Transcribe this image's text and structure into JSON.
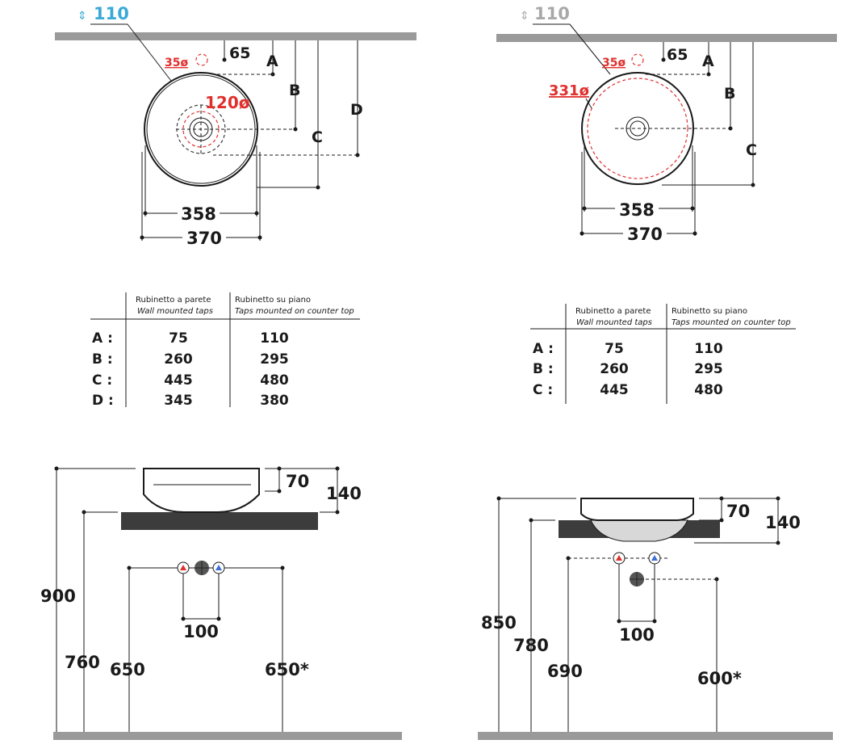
{
  "colors": {
    "accent_blue": "#3aa9d6",
    "accent_grey": "#a8a8a8",
    "red": "#e0302e",
    "wall": "#9a9a9a",
    "counter": "#3c3c3c"
  },
  "left_top": {
    "wall_depth": "110",
    "hole": "35ø",
    "offset": "65",
    "drain": "120ø",
    "labels": {
      "a": "A",
      "b": "B",
      "c": "C",
      "d": "D"
    },
    "inner_width": "358",
    "outer_width": "370"
  },
  "right_top": {
    "wall_depth": "110",
    "hole": "35ø",
    "offset": "65",
    "bowl": "331ø",
    "labels": {
      "a": "A",
      "b": "B",
      "c": "C"
    },
    "inner_width": "358",
    "outer_width": "370"
  },
  "table_left": {
    "col1": {
      "title": "Rubinetto a parete",
      "subtitle": "Wall mounted taps"
    },
    "col2": {
      "title": "Rubinetto su piano",
      "subtitle": "Taps mounted on counter top"
    },
    "rows": [
      {
        "key": "A :",
        "v1": "75",
        "v2": "110"
      },
      {
        "key": "B :",
        "v1": "260",
        "v2": "295"
      },
      {
        "key": "C :",
        "v1": "445",
        "v2": "480"
      },
      {
        "key": "D :",
        "v1": "345",
        "v2": "380"
      }
    ]
  },
  "table_right": {
    "col1": {
      "title": "Rubinetto a parete",
      "subtitle": "Wall mounted taps"
    },
    "col2": {
      "title": "Rubinetto su piano",
      "subtitle": "Taps mounted on counter top"
    },
    "rows": [
      {
        "key": "A :",
        "v1": "75",
        "v2": "110"
      },
      {
        "key": "B :",
        "v1": "260",
        "v2": "295"
      },
      {
        "key": "C :",
        "v1": "445",
        "v2": "480"
      }
    ]
  },
  "left_front": {
    "bowl_height": "70",
    "total_height": "140",
    "floor_to_top": "900",
    "counter": "760",
    "supply": "650",
    "drain": "650*",
    "spacing": "100"
  },
  "right_front": {
    "bowl_height": "70",
    "total_height": "140",
    "floor_to_top": "850",
    "counter": "780",
    "supply": "690",
    "drain": "600*",
    "spacing": "100"
  }
}
